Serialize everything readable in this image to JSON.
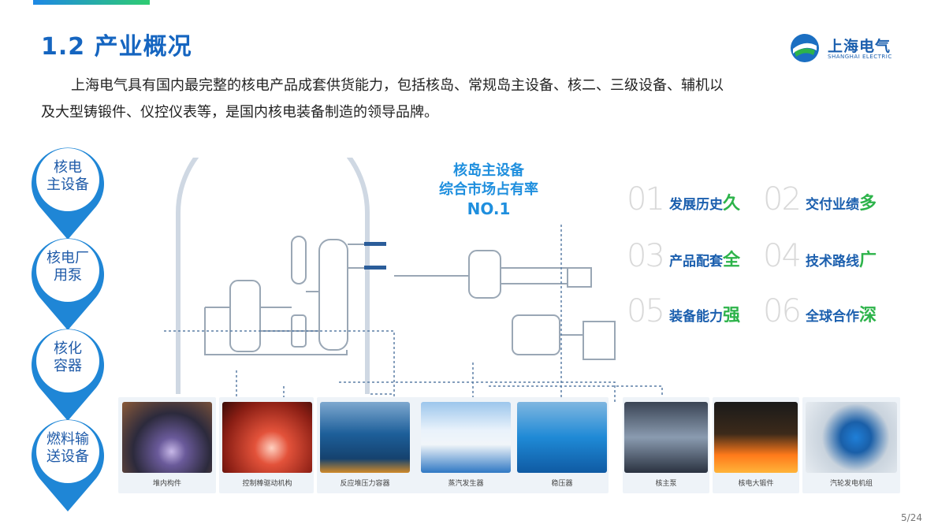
{
  "slide": {
    "title": "1.2 产业概况",
    "intro_line1": "上海电气具有国内最完整的核电产品成套供货能力，包括核岛、常规岛主设备、核二、三级设备、辅机以",
    "intro_line2": "及大型铸锻件、仪控仪表等，是国内核电装备制造的领导品牌。",
    "page_number": "5/24"
  },
  "logo": {
    "name_cn": "上海电气",
    "name_en": "SHANGHAI ELECTRIC"
  },
  "side_pins": [
    {
      "label": "核电\n主设备"
    },
    {
      "label": "核电厂\n用泵"
    },
    {
      "label": "核化\n容器"
    },
    {
      "label": "燃料输\n送设备"
    }
  ],
  "market_share": {
    "line1": "核岛主设备",
    "line2": "综合市场占有率",
    "line3": "NO.1"
  },
  "advantages": [
    {
      "num": "01",
      "text": "发展历史",
      "highlight": "久"
    },
    {
      "num": "02",
      "text": "交付业绩",
      "highlight": "多"
    },
    {
      "num": "03",
      "text": "产品配套",
      "highlight": "全"
    },
    {
      "num": "04",
      "text": "技术路线",
      "highlight": "广"
    },
    {
      "num": "05",
      "text": "装备能力",
      "highlight": "强"
    },
    {
      "num": "06",
      "text": "全球合作",
      "highlight": "深"
    }
  ],
  "photos": [
    {
      "caption": "堆内构件"
    },
    {
      "caption": "控制棒驱动机构"
    },
    {
      "caption": "反应堆压力容器"
    },
    {
      "caption": "蒸汽发生器"
    },
    {
      "caption": "稳压器"
    },
    {
      "caption": "核主泵"
    },
    {
      "caption": "核电大锻件"
    },
    {
      "caption": "汽轮发电机组"
    }
  ],
  "colors": {
    "title_blue": "#1565c0",
    "accent_green": "#2db34a",
    "market_blue": "#1f8fde"
  }
}
